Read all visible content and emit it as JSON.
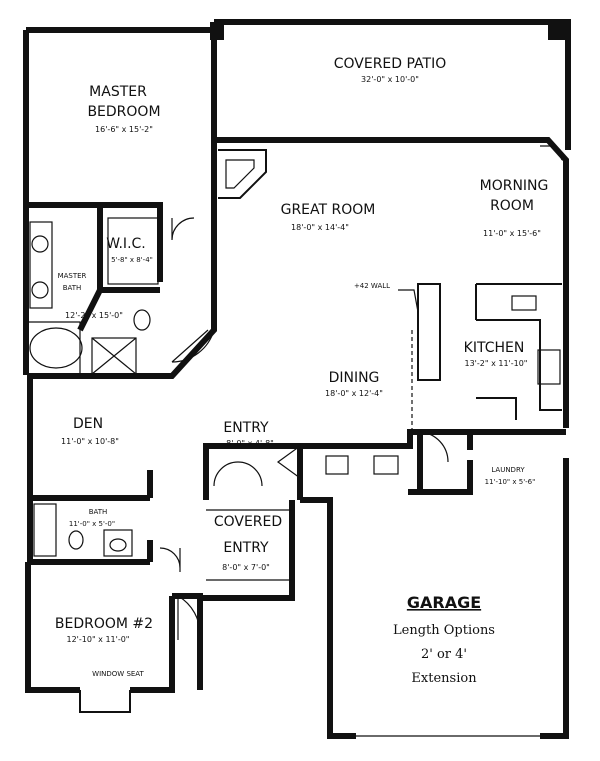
{
  "rooms": {
    "covered_patio": {
      "name": "COVERED PATIO",
      "dims": "32'-0\" x 10'-0\""
    },
    "master_bedroom": {
      "name_line1": "MASTER",
      "name_line2": "BEDROOM",
      "dims": "16'-6\" x 15'-2\""
    },
    "great_room": {
      "name": "GREAT ROOM",
      "dims": "18'-0\" x 14'-4\""
    },
    "morning_room": {
      "name_line1": "MORNING",
      "name_line2": "ROOM",
      "dims": "11'-0\" x 15'-6\""
    },
    "wic": {
      "name": "W.I.C.",
      "dims": "5'-8\" x 8'-4\""
    },
    "master_bath": {
      "name_line1": "MASTER",
      "name_line2": "BATH",
      "dims": "12'-2\" x 15'-0\""
    },
    "kitchen": {
      "name": "KITCHEN",
      "dims": "13'-2\" x 11'-10\""
    },
    "dining": {
      "name": "DINING",
      "dims": "18'-0\" x 12'-4\""
    },
    "den": {
      "name": "DEN",
      "dims": "11'-0\" x 10'-8\""
    },
    "entry": {
      "name": "ENTRY",
      "dims": "8'-0\" x 4'-8\""
    },
    "laundry": {
      "name": "LAUNDRY",
      "dims": "11'-10\" x 5'-6\""
    },
    "bath": {
      "name": "BATH",
      "dims": "11'-0\" x 5'-0\""
    },
    "covered_entry": {
      "name_line1": "COVERED",
      "name_line2": "ENTRY",
      "dims": "8'-0\" x 7'-0\""
    },
    "bedroom2": {
      "name": "BEDROOM #2",
      "dims": "12'-10\" x 11'-0\""
    },
    "garage": {
      "name": "GARAGE",
      "note_line1": "Length Options",
      "note_line2": "2' or 4'",
      "note_line3": "Extension"
    }
  },
  "annotations": {
    "wall_note": "+42 WALL",
    "window_seat": "WINDOW SEAT"
  }
}
